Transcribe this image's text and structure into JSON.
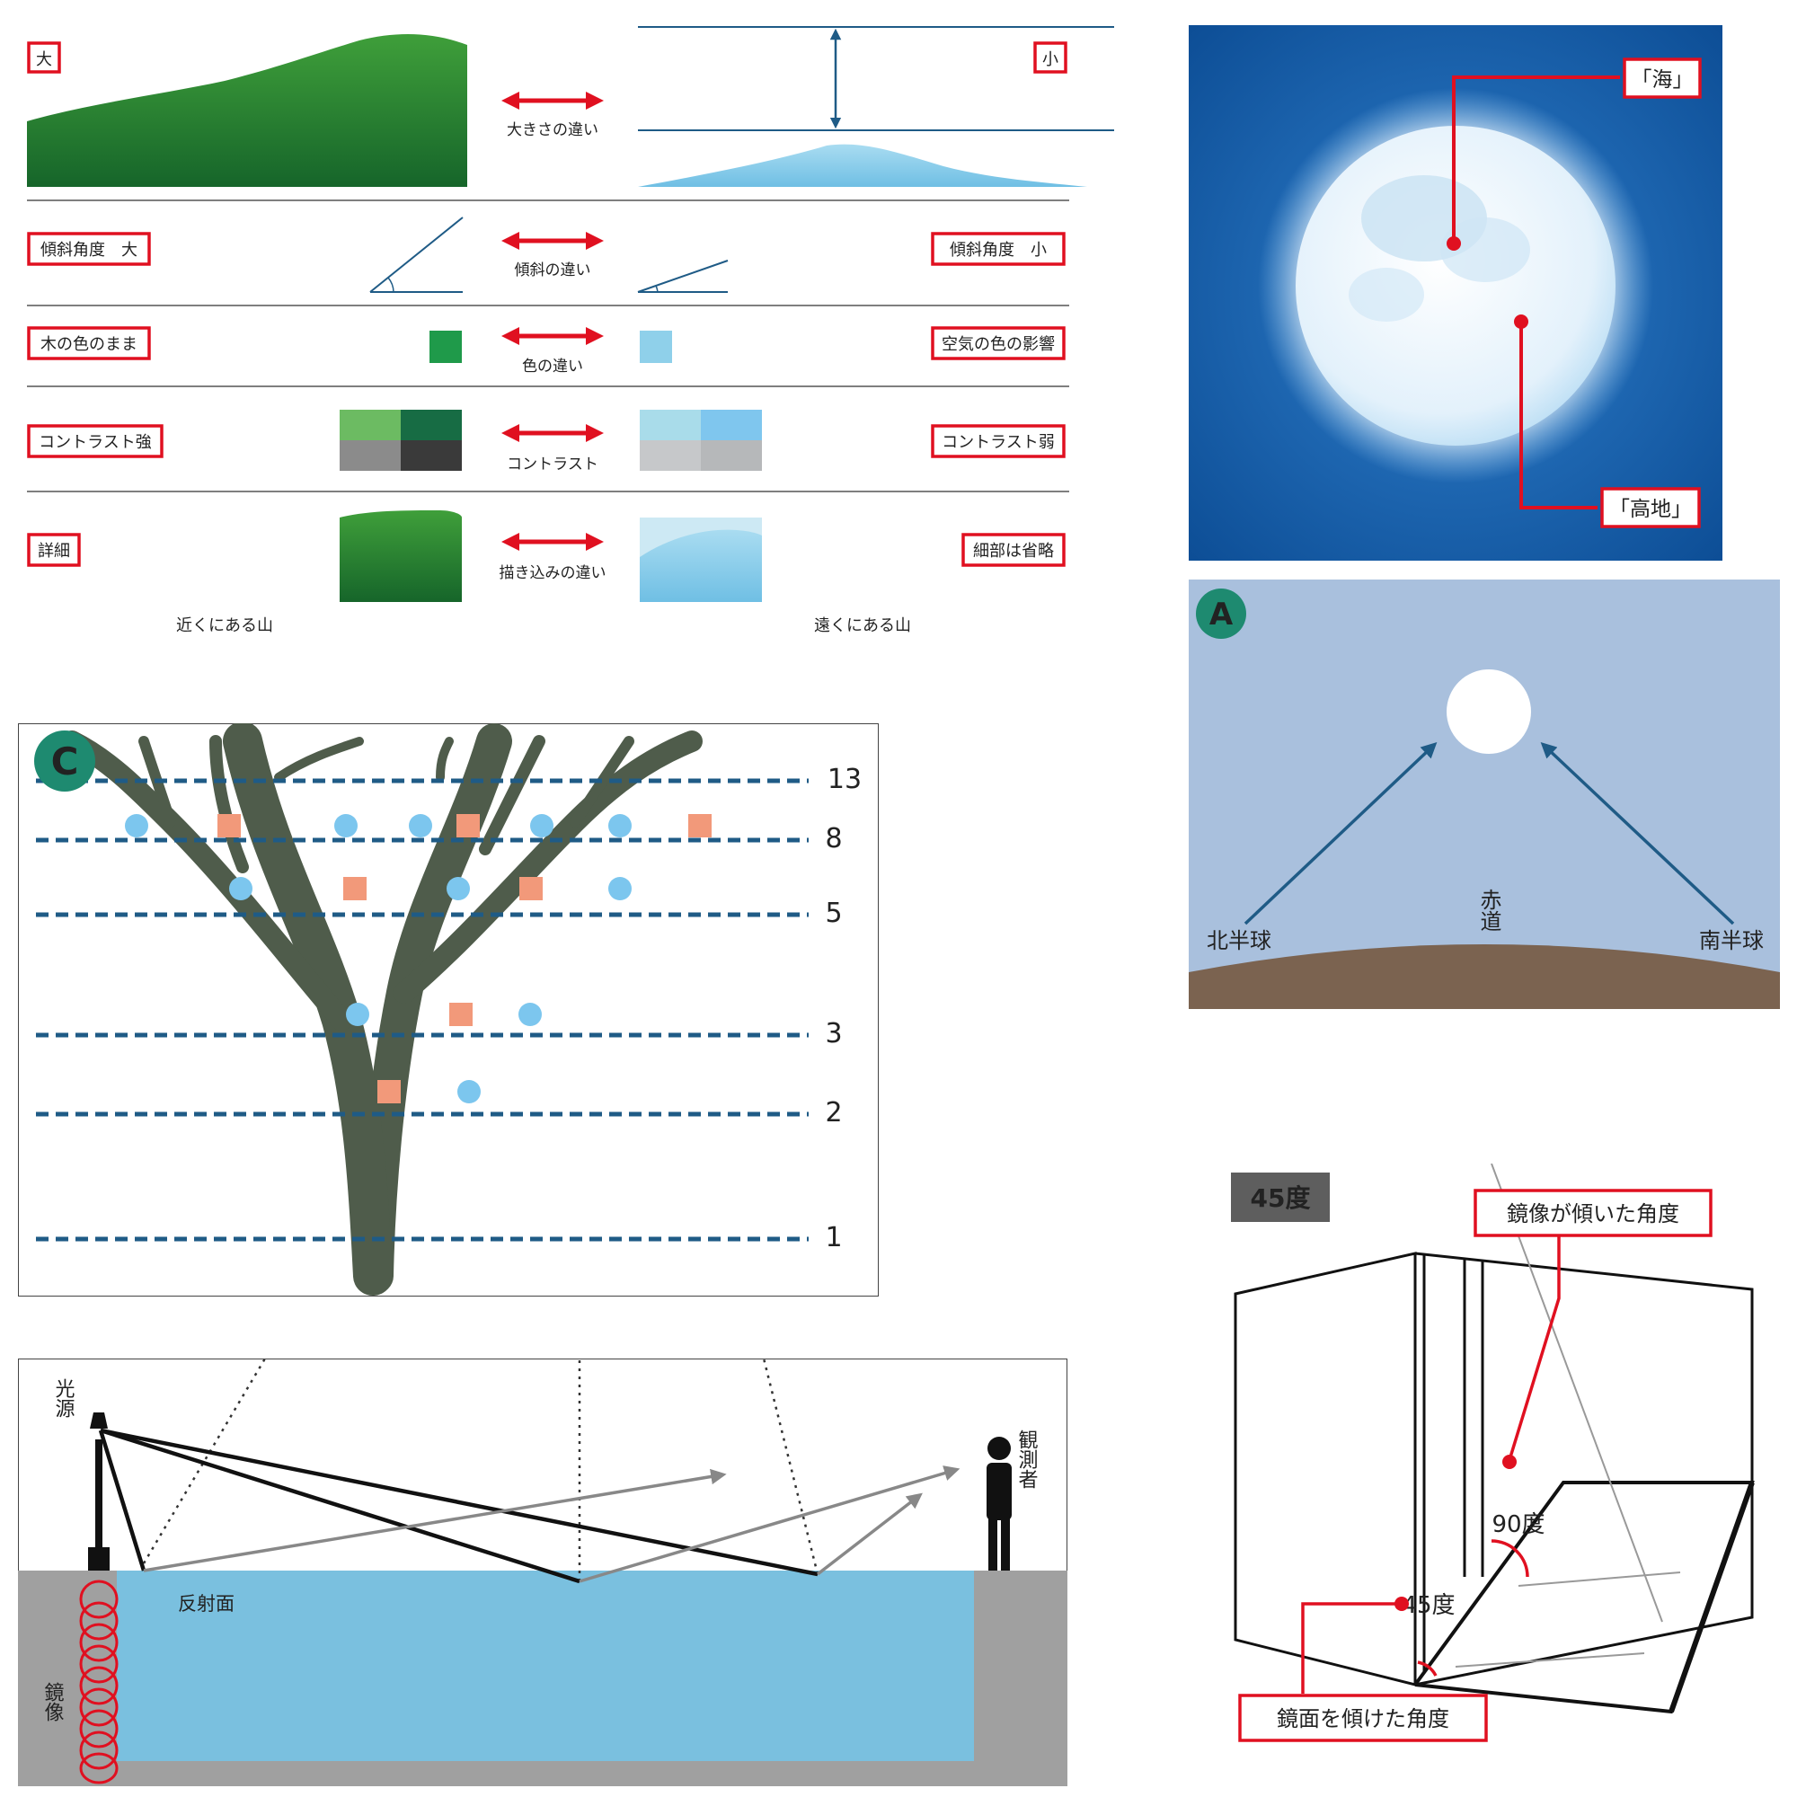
{
  "perspective": {
    "rows": [
      {
        "left": "大",
        "middle": "大きさの違い",
        "right": "小"
      },
      {
        "left": "傾斜角度　大",
        "middle": "傾斜の違い",
        "right": "傾斜角度　小"
      },
      {
        "left": "木の色のまま",
        "middle": "色の違い",
        "right": "空気の色の影響"
      },
      {
        "left": "コントラスト強",
        "middle": "コントラスト",
        "right": "コントラスト弱"
      },
      {
        "left": "詳細",
        "middle": "描き込みの違い",
        "right": "細部は省略"
      }
    ],
    "caption_near": "近くにある山",
    "caption_far": "遠くにある山",
    "colors": {
      "near_green": "#1f9a4a",
      "far_blue": "#8fd0ea",
      "arrow_red": "#e01020"
    }
  },
  "moon": {
    "label_sea": "「海」",
    "label_highland": "「高地」"
  },
  "sun": {
    "badge": "A",
    "north": "北半球",
    "equator": "赤道",
    "south": "南半球"
  },
  "tree": {
    "badge": "C",
    "levels": [
      "13",
      "8",
      "5",
      "3",
      "2",
      "1"
    ],
    "colors": {
      "trunk": "#4f5c4b",
      "circle": "#7cc6ee",
      "square": "#f2997a",
      "dash": "#1f5b86"
    }
  },
  "reflection": {
    "light_source": "光源",
    "observer": "観測者",
    "surface": "反射面",
    "mirror_image": "鏡像"
  },
  "mirror": {
    "badge": "45度",
    "label_image_angle": "鏡像が傾いた角度",
    "label_mirror_angle": "鏡面を傾けた角度",
    "angle_90": "90度",
    "angle_45": "45度"
  }
}
